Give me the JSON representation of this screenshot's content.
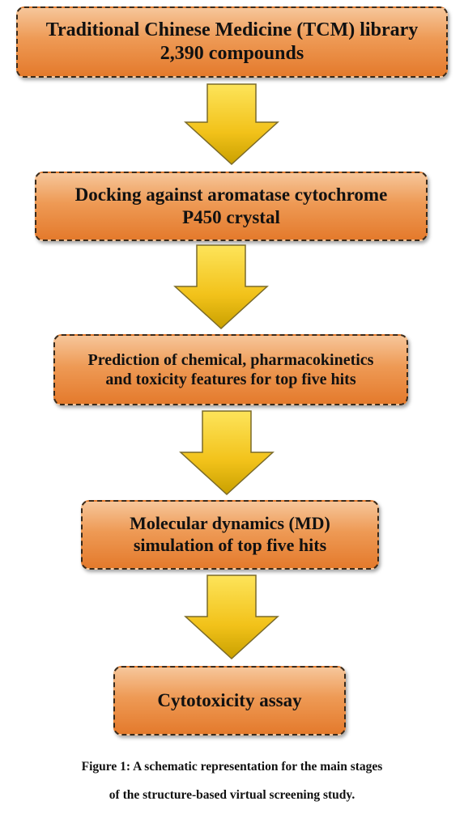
{
  "stages": [
    {
      "line1": "Traditional Chinese Medicine (TCM) library",
      "line2": "2,390 compounds"
    },
    {
      "line1": "Docking against aromatase cytochrome",
      "line2": "P450 crystal"
    },
    {
      "line1": "Prediction of chemical, pharmacokinetics",
      "line2": "and toxicity features for top five hits"
    },
    {
      "line1": "Molecular dynamics (MD)",
      "line2": "simulation of top five hits"
    },
    {
      "line1": "Cytotoxicity assay"
    }
  ],
  "caption": {
    "line1": "Figure 1: A schematic representation for the main stages",
    "line2": "of the structure-based virtual screening study."
  },
  "colors": {
    "box_fill_top": "#f6c69a",
    "box_fill_bottom": "#e47a2c",
    "arrow_fill_top": "#fde45a",
    "arrow_fill_bottom": "#c9a000"
  }
}
